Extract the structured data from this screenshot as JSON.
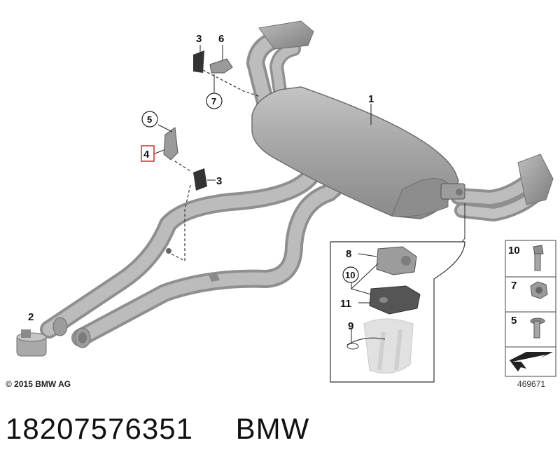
{
  "colors": {
    "pipe": "#b3b3b3",
    "pipe_dark": "#8f8f8f",
    "muffler": "#a6a6a6",
    "highlight_box": "#d63a3a",
    "line": "#222222"
  },
  "callouts": {
    "c1": "1",
    "c2": "2",
    "c3a": "3",
    "c3b": "3",
    "c4": "4",
    "c5": "5",
    "c6": "6",
    "c7": "7",
    "c8": "8",
    "c9": "9",
    "c10": "10",
    "c11": "11"
  },
  "side_panel": {
    "items": [
      {
        "label": "10",
        "icon": "bolt-icon"
      },
      {
        "label": "7",
        "icon": "hex-nut-icon"
      },
      {
        "label": "5",
        "icon": "flange-bolt-icon"
      },
      {
        "label": "",
        "icon": "arrow-icon"
      }
    ]
  },
  "copyright": "© 2015 BMW AG",
  "diagram_number": "469671",
  "footer": {
    "part_number": "18207576351",
    "brand": "BMW"
  }
}
